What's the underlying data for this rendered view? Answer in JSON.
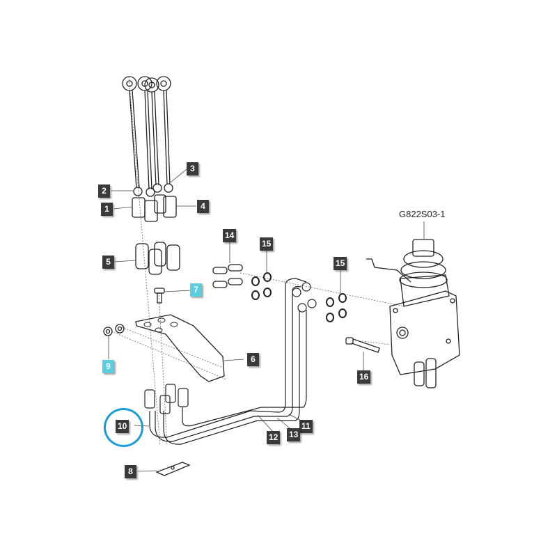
{
  "diagram": {
    "reference_code": "G822S03-1",
    "highlight_color": "#1a9bdb",
    "label_color_default": "#3a3a3a",
    "label_color_alt": "#5bcde0",
    "highlighted_part": "10",
    "callouts": [
      {
        "id": "1",
        "label": "1"
      },
      {
        "id": "2",
        "label": "2"
      },
      {
        "id": "3",
        "label": "3"
      },
      {
        "id": "4",
        "label": "4"
      },
      {
        "id": "5",
        "label": "5"
      },
      {
        "id": "6",
        "label": "6"
      },
      {
        "id": "7",
        "label": "7"
      },
      {
        "id": "8",
        "label": "8"
      },
      {
        "id": "9",
        "label": "9"
      },
      {
        "id": "10",
        "label": "10"
      },
      {
        "id": "11",
        "label": "11"
      },
      {
        "id": "12",
        "label": "12"
      },
      {
        "id": "13",
        "label": "13"
      },
      {
        "id": "14",
        "label": "14"
      },
      {
        "id": "15a",
        "label": "15"
      },
      {
        "id": "15b",
        "label": "15"
      },
      {
        "id": "16",
        "label": "16"
      }
    ]
  }
}
